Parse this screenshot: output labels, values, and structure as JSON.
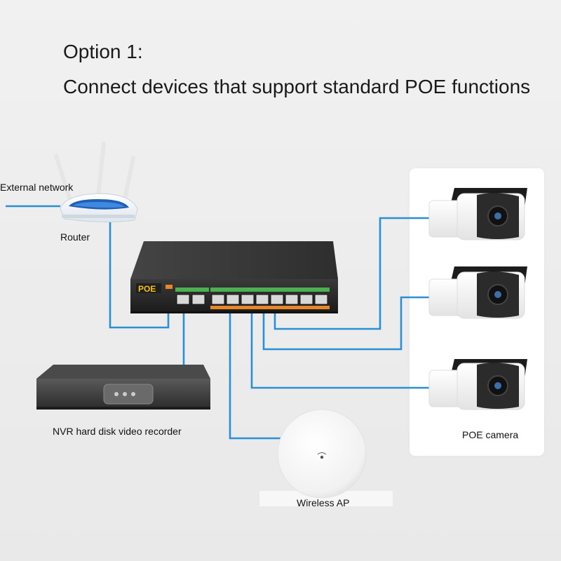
{
  "heading": {
    "line1": "Option 1:",
    "line2": "Connect devices that support standard POE functions"
  },
  "labels": {
    "external_network": "External network",
    "router": "Router",
    "nvr": "NVR hard disk video recorder",
    "wireless_ap": "Wireless AP",
    "poe_camera": "POE camera"
  },
  "switch": {
    "brand": "POE"
  },
  "colors": {
    "cable": "#2b8fd6",
    "switch_body": "#2a2a2a",
    "port_green": "#4caf50",
    "port_orange": "#e8872a",
    "brand_yellow": "#f4c20d"
  }
}
